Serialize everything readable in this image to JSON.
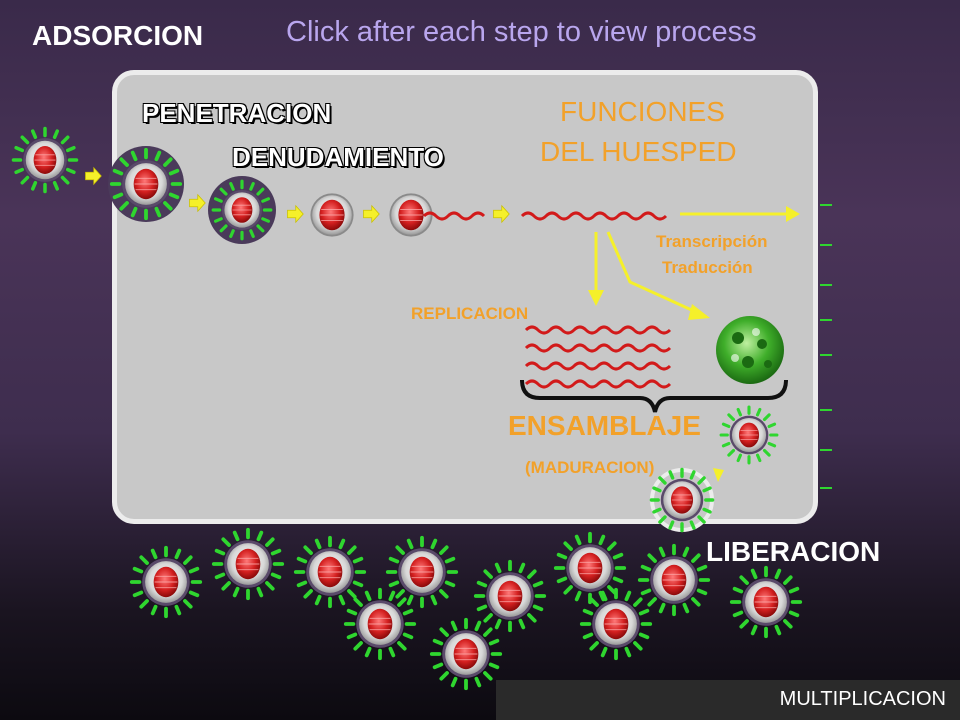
{
  "labels": {
    "adsorcion": "ADSORCION",
    "hint": "Click after each step to view process",
    "penetracion": "PENETRACION",
    "denudamiento": "DENUDAMIENTO",
    "funciones_line1": "FUNCIONES",
    "funciones_line2": "DEL HUESPED",
    "transcripcion": "Transcripción",
    "traduccion": "Traducción",
    "replicacion": "REPLICACION",
    "ensamblaje": "ENSAMBLAJE",
    "maduracion": "(MADURACION)",
    "liberacion": "LIBERACION",
    "footer": "MULTIPLICACION"
  },
  "colors": {
    "label_orange": "#f2a12a",
    "hint_lilac": "#b9a6ee",
    "arrow_yellow": "#f5f02a",
    "rna_red": "#d21a1a",
    "spike_green": "#2fd62f"
  }
}
